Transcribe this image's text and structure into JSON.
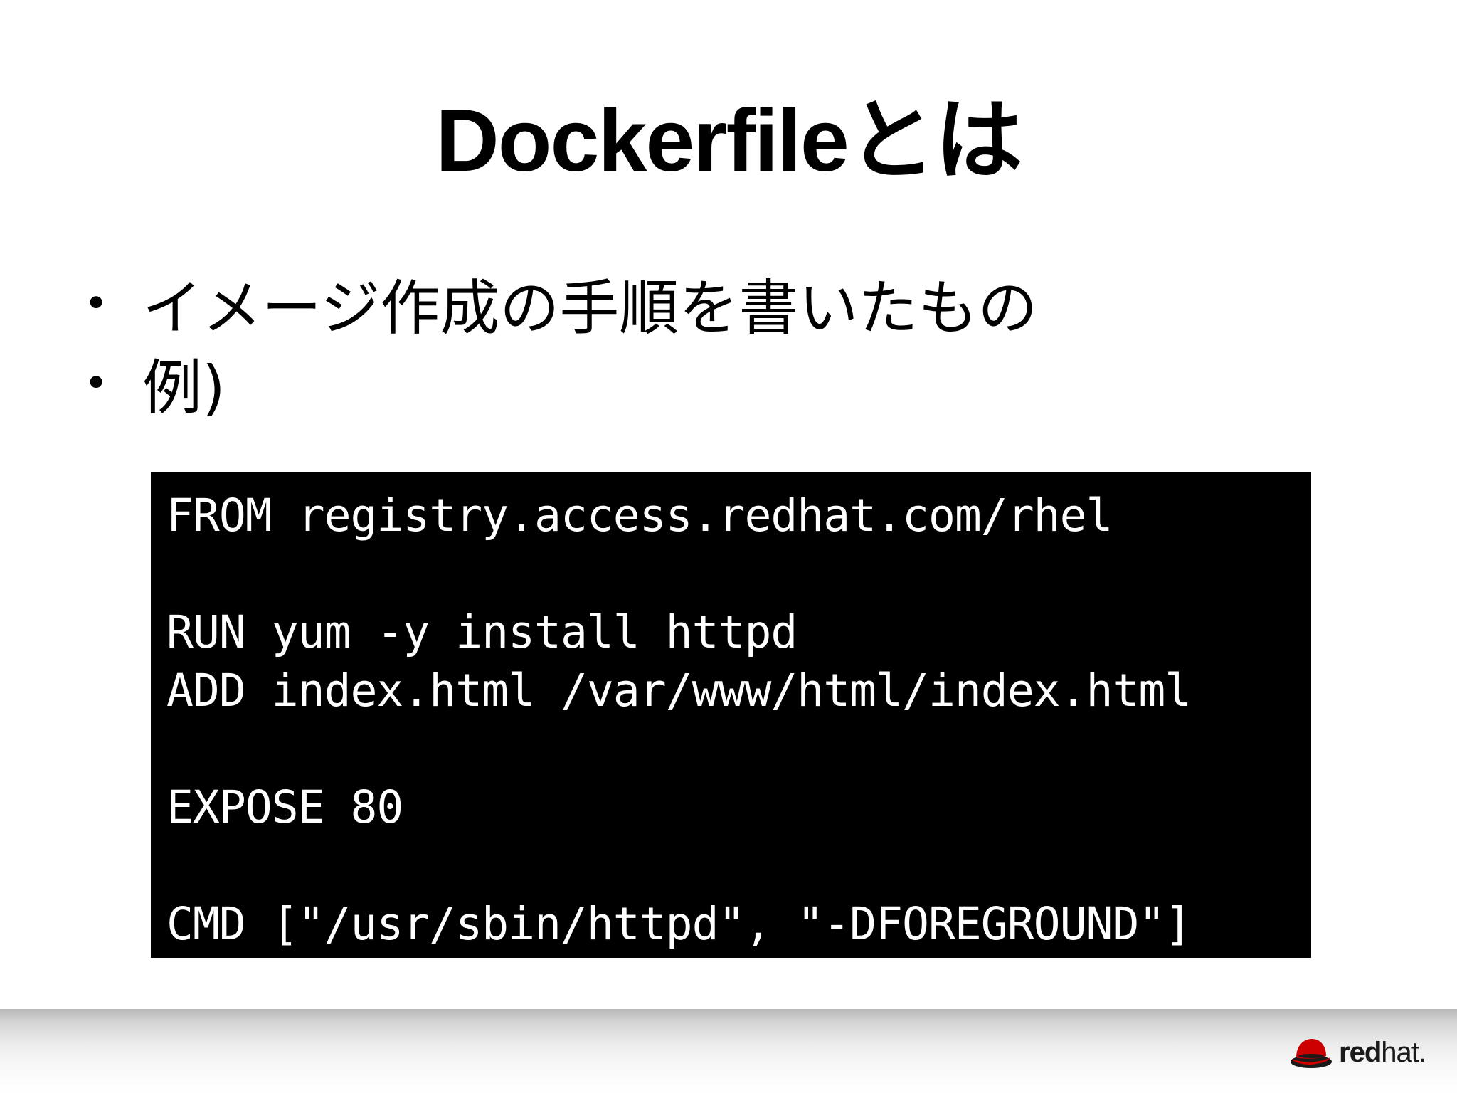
{
  "slide": {
    "title": "Dockerfileとは",
    "bullets": [
      {
        "marker": "•",
        "text": "イメージ作成の手順を書いたもの"
      },
      {
        "marker": "•",
        "text": "例)"
      }
    ],
    "code": {
      "lines": [
        "FROM registry.access.redhat.com/rhel",
        "",
        "RUN yum -y install httpd",
        "ADD index.html /var/www/html/index.html",
        "",
        "EXPOSE 80",
        "",
        "CMD [\"/usr/sbin/httpd\", \"-DFOREGROUND\"]"
      ]
    }
  },
  "footer": {
    "logo_icon": "redhat-shadowman-icon",
    "logo_brand_bold": "red",
    "logo_brand_light": "hat",
    "logo_suffix": "."
  },
  "colors": {
    "background": "#ffffff",
    "code_background": "#000000",
    "code_text": "#ffffff",
    "brand_red": "#cc0000"
  }
}
